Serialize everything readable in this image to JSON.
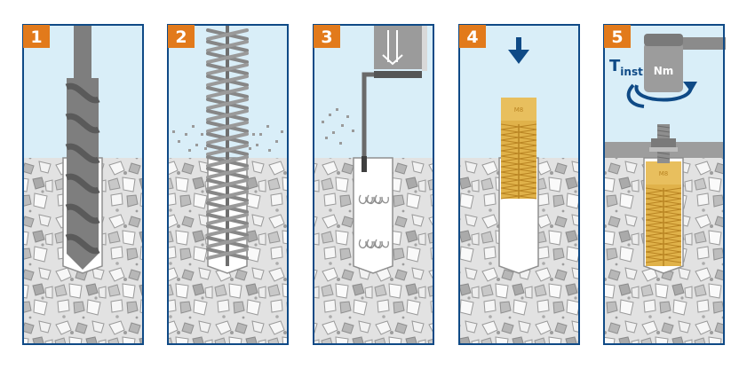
{
  "colors": {
    "sky": "#d9eef8",
    "border": "#0f4a86",
    "badge": "#e27a1b",
    "concrete": "#e4e4e4",
    "stone_light": "#f4f4f4",
    "stone_mid": "#cfcfcf",
    "stone_dark": "#a9a9a9",
    "drill": "#7e7e7e",
    "drill_dark": "#5a5a5a",
    "brass": "#e0b24a",
    "brass_dark": "#b98422",
    "tool": "#8b8b8b",
    "arrow": "#0f4a86"
  },
  "steps": [
    {
      "number": "1",
      "action": "drill-hole"
    },
    {
      "number": "2",
      "action": "brush-hole"
    },
    {
      "number": "3",
      "action": "blow-out-hole"
    },
    {
      "number": "4",
      "action": "insert-anchor"
    },
    {
      "number": "5",
      "action": "apply-torque"
    }
  ],
  "anchor_label": "M8",
  "torque": {
    "symbol": "T",
    "subscript": "inst",
    "unit": "Nm"
  }
}
